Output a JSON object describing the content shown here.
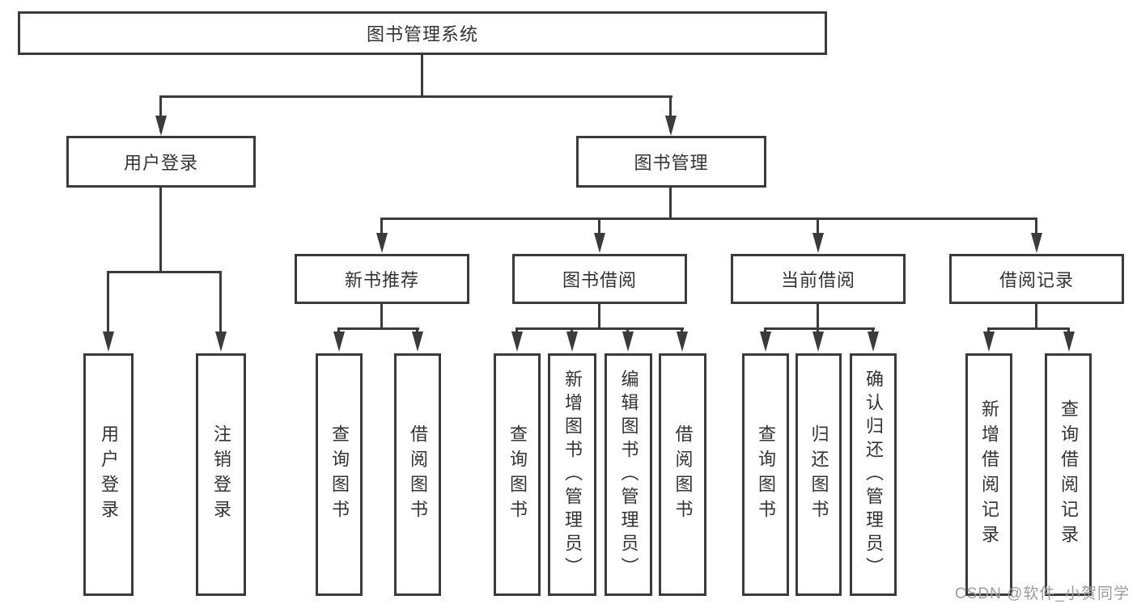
{
  "diagram": {
    "title": "图书管理系统",
    "root": {
      "label": "图书管理系统"
    },
    "branches": {
      "user_login": {
        "label": "用户登录"
      },
      "book_management": {
        "label": "图书管理"
      }
    },
    "modules": {
      "new_book_recommend": {
        "label": "新书推荐"
      },
      "book_borrow": {
        "label": "图书借阅"
      },
      "current_borrow": {
        "label": "当前借阅"
      },
      "borrow_records": {
        "label": "借阅记录"
      }
    },
    "leaves": {
      "user_login_action": {
        "label": "用户登录"
      },
      "logout_action": {
        "label": "注销登录"
      },
      "query_book_recommend": {
        "label": "查询图书"
      },
      "borrow_book_recommend": {
        "label": "借阅图书"
      },
      "query_book_borrow": {
        "label": "查询图书"
      },
      "add_book_admin": {
        "label": "新增图书（管理员）"
      },
      "edit_book_admin": {
        "label": "编辑图书（管理员）"
      },
      "borrow_book_action": {
        "label": "借阅图书"
      },
      "query_book_current": {
        "label": "查询图书"
      },
      "return_book": {
        "label": "归还图书"
      },
      "confirm_return_admin": {
        "label": "确认归还（管理员）"
      },
      "add_borrow_record": {
        "label": "新增借阅记录"
      },
      "query_borrow_record": {
        "label": "查询借阅记录"
      }
    }
  },
  "watermark": {
    "text": "CSDN @软件_小贺同学"
  },
  "colors": {
    "line": "#3b3b3b",
    "text": "#333333",
    "box_background": "#ffffff",
    "watermark": "#9c9c9c"
  }
}
